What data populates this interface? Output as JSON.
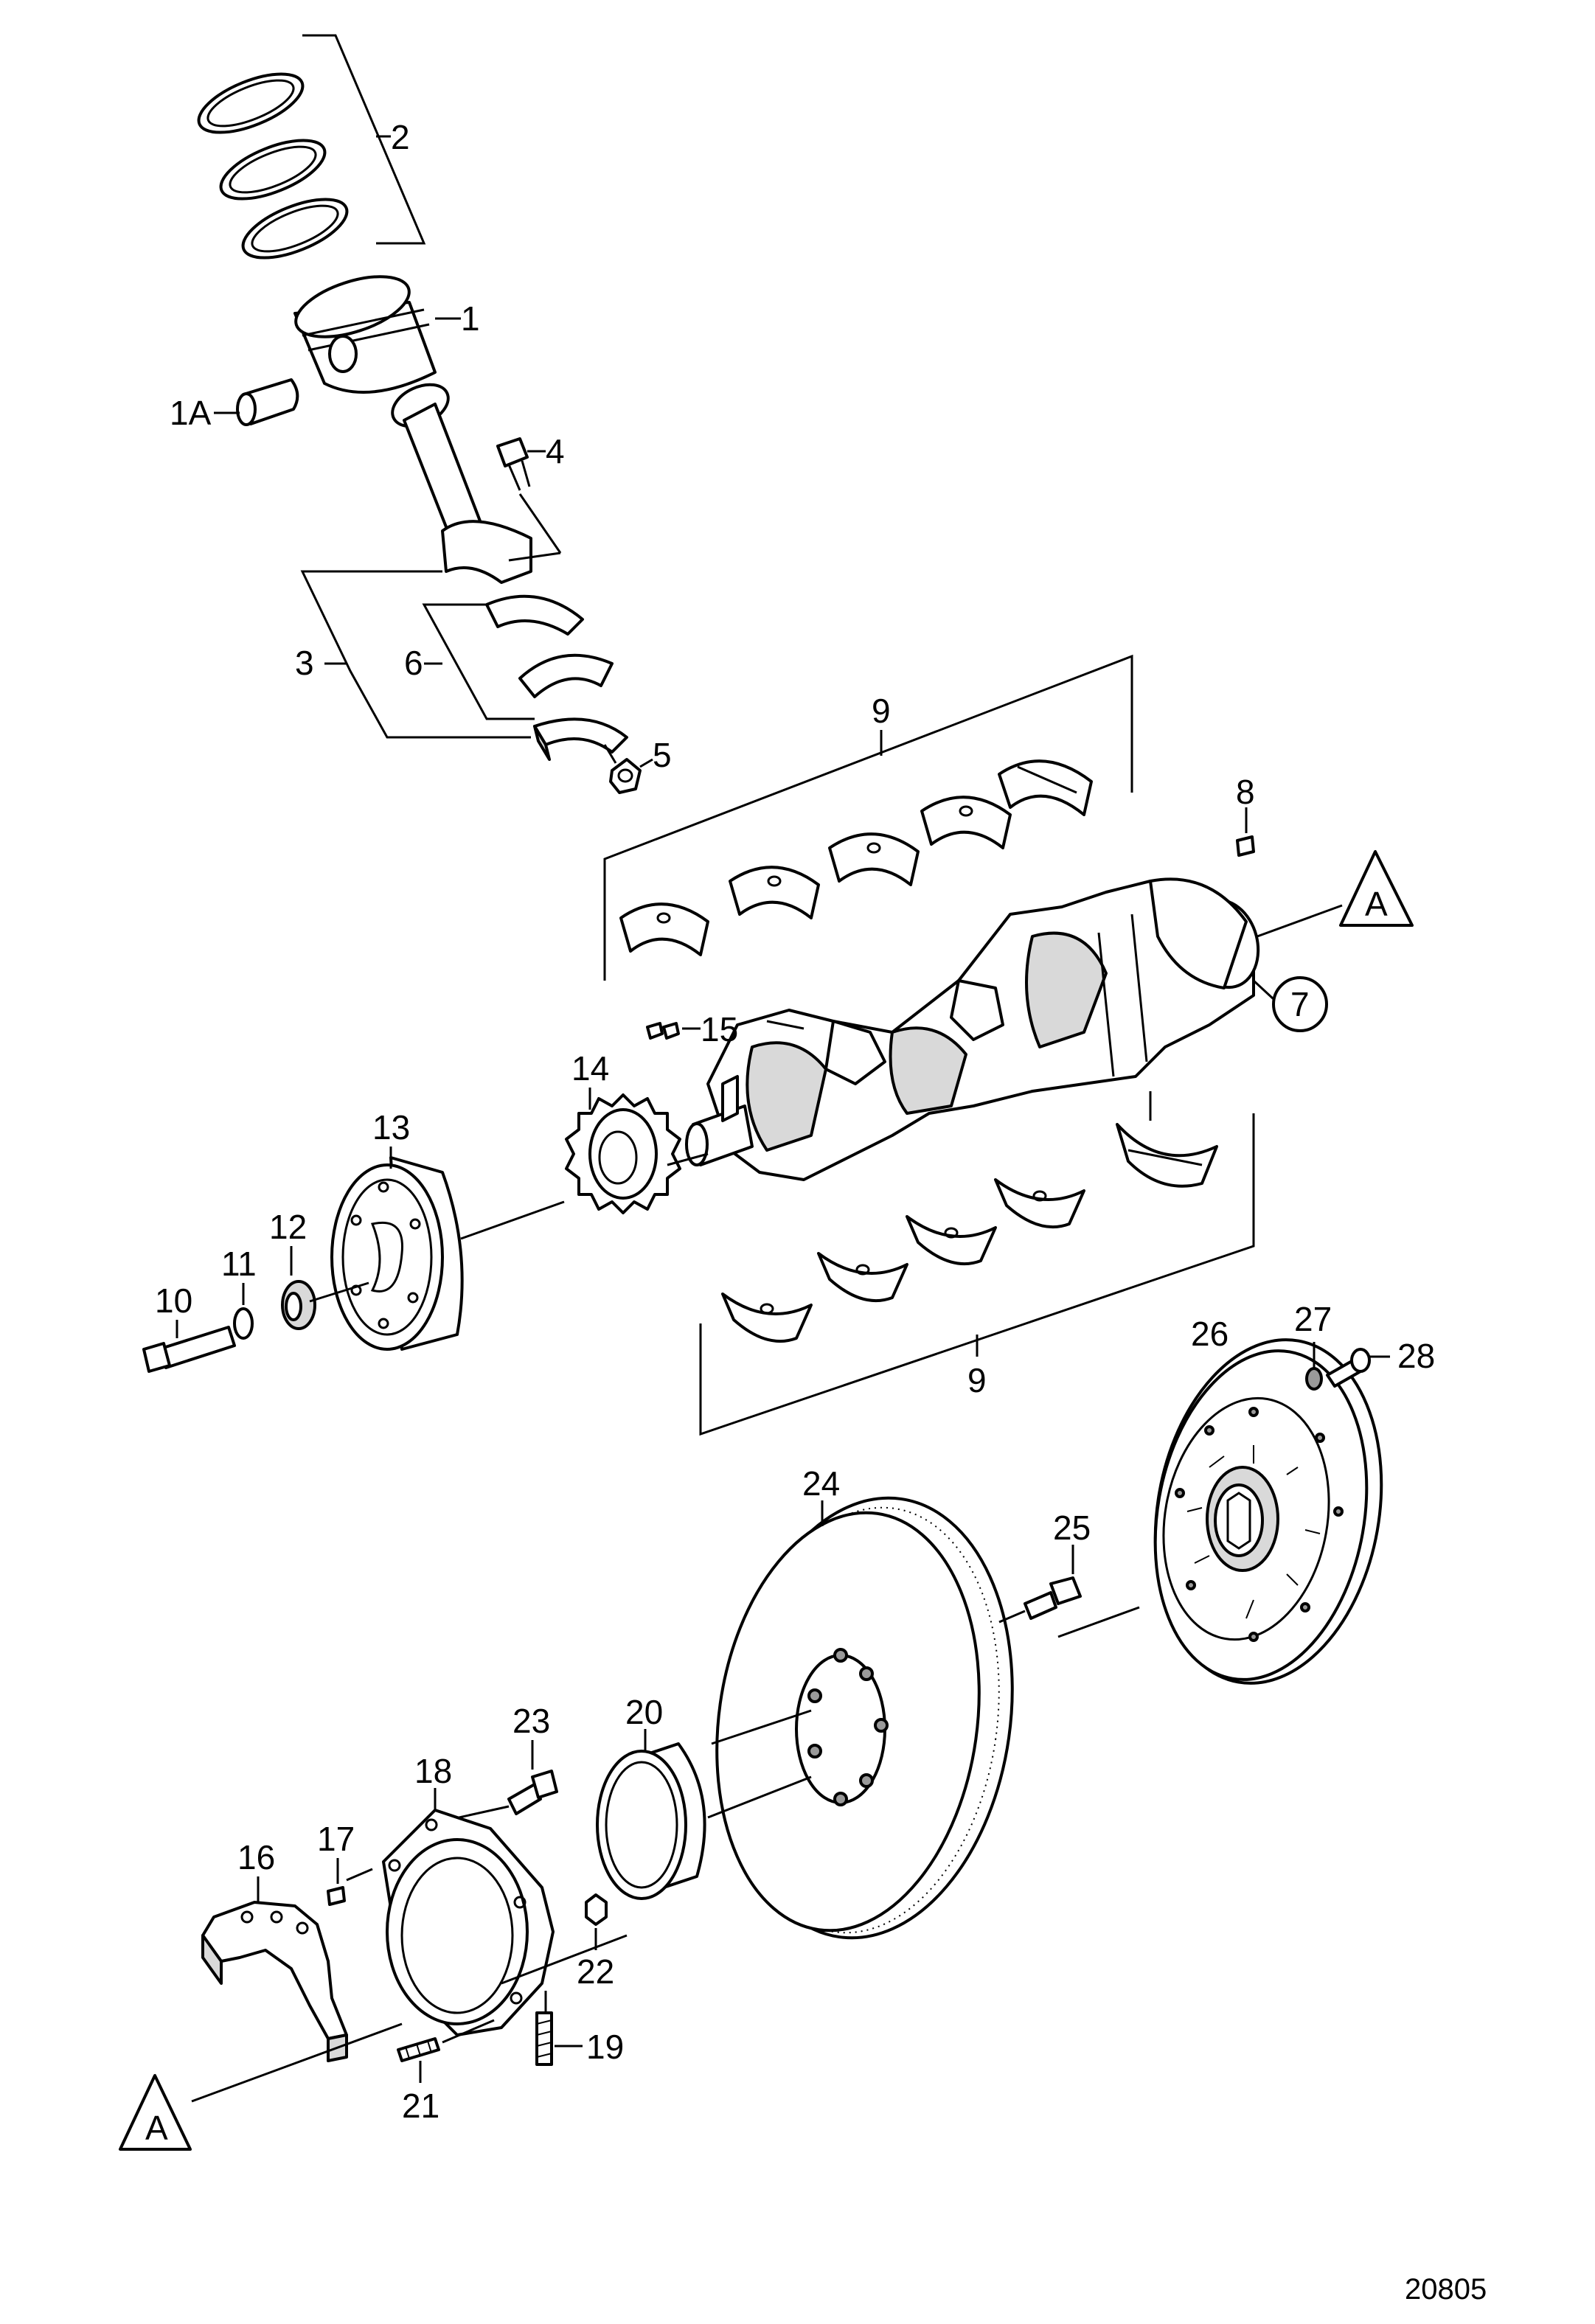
{
  "diagram": {
    "document_number": "20805",
    "callouts": {
      "c1": "1",
      "c1a": "1A",
      "c2": "2",
      "c3": "3",
      "c4": "4",
      "c5": "5",
      "c6": "6",
      "c7": "7",
      "c8": "8",
      "c9a": "9",
      "c9b": "9",
      "c10": "10",
      "c11": "11",
      "c12": "12",
      "c13": "13",
      "c14": "14",
      "c15": "15",
      "c16": "16",
      "c17": "17",
      "c18": "18",
      "c19": "19",
      "c20": "20",
      "c21": "21",
      "c22": "22",
      "c23": "23",
      "c24": "24",
      "c25": "25",
      "c26": "26",
      "c27": "27",
      "c28": "28"
    },
    "reference_markers": {
      "upper": "A",
      "lower": "A"
    }
  }
}
